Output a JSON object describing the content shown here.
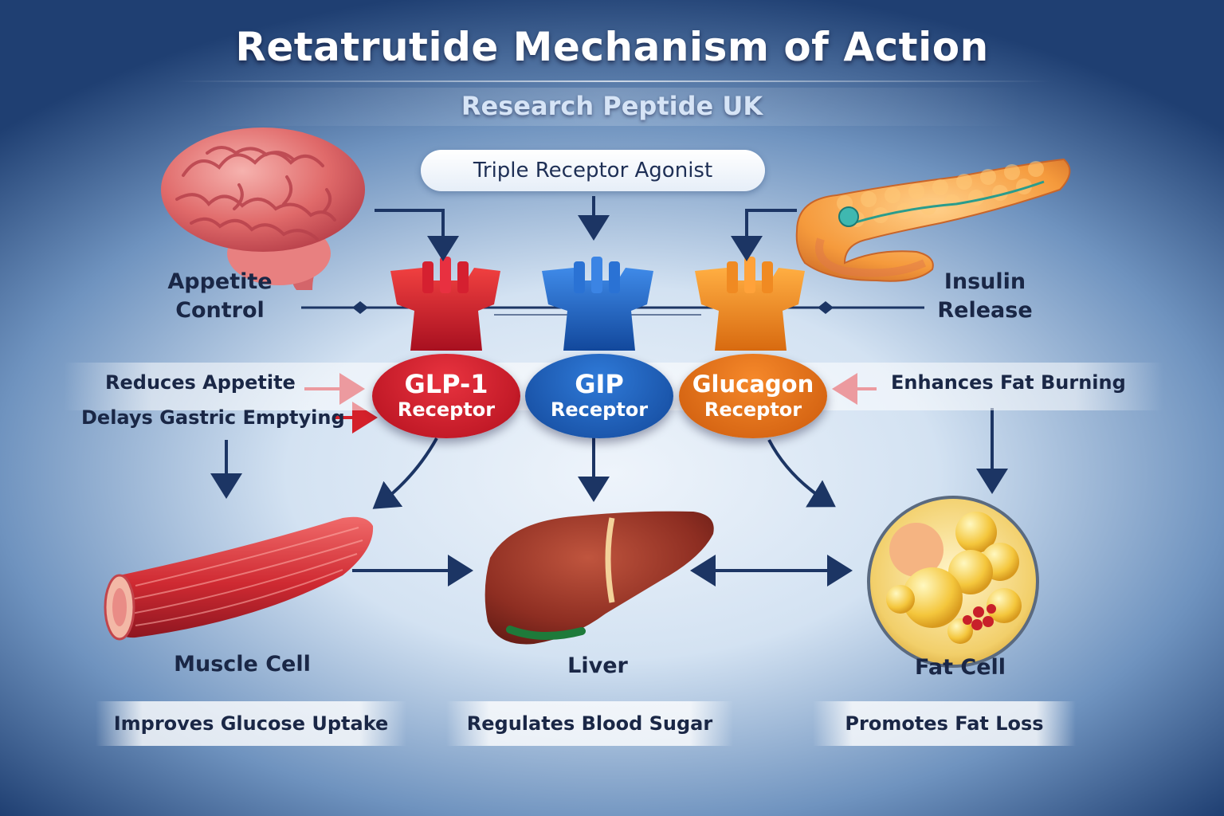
{
  "header": {
    "title": "Retatrutide Mechanism of Action",
    "subtitle": "Research Peptide UK"
  },
  "agonist_label": "Triple Receptor Agonist",
  "organs": {
    "brain": {
      "label_line1": "Appetite",
      "label_line2": "Control"
    },
    "pancreas": {
      "label_line1": "Insulin",
      "label_line2": "Release"
    }
  },
  "receptors": [
    {
      "name": "GLP-1",
      "sub": "Receptor",
      "color": "#c8182a"
    },
    {
      "name": "GIP",
      "sub": "Receptor",
      "color": "#1b63c0"
    },
    {
      "name": "Glucagon",
      "sub": "Receptor",
      "color": "#e2690f"
    }
  ],
  "effects": {
    "reduces_appetite": "Reduces Appetite",
    "delays_gastric": "Delays Gastric Emptying",
    "fat_burning": "Enhances Fat Burning"
  },
  "targets": [
    {
      "name": "Muscle Cell",
      "effect": "Improves Glucose Uptake"
    },
    {
      "name": "Liver",
      "effect": "Regulates Blood Sugar"
    },
    {
      "name": "Fat Cell",
      "effect": "Promotes Fat Loss"
    }
  ],
  "colors": {
    "arrow_navy": "#1c3564",
    "arrow_red": "#d4202a",
    "title": "#ffffff"
  }
}
